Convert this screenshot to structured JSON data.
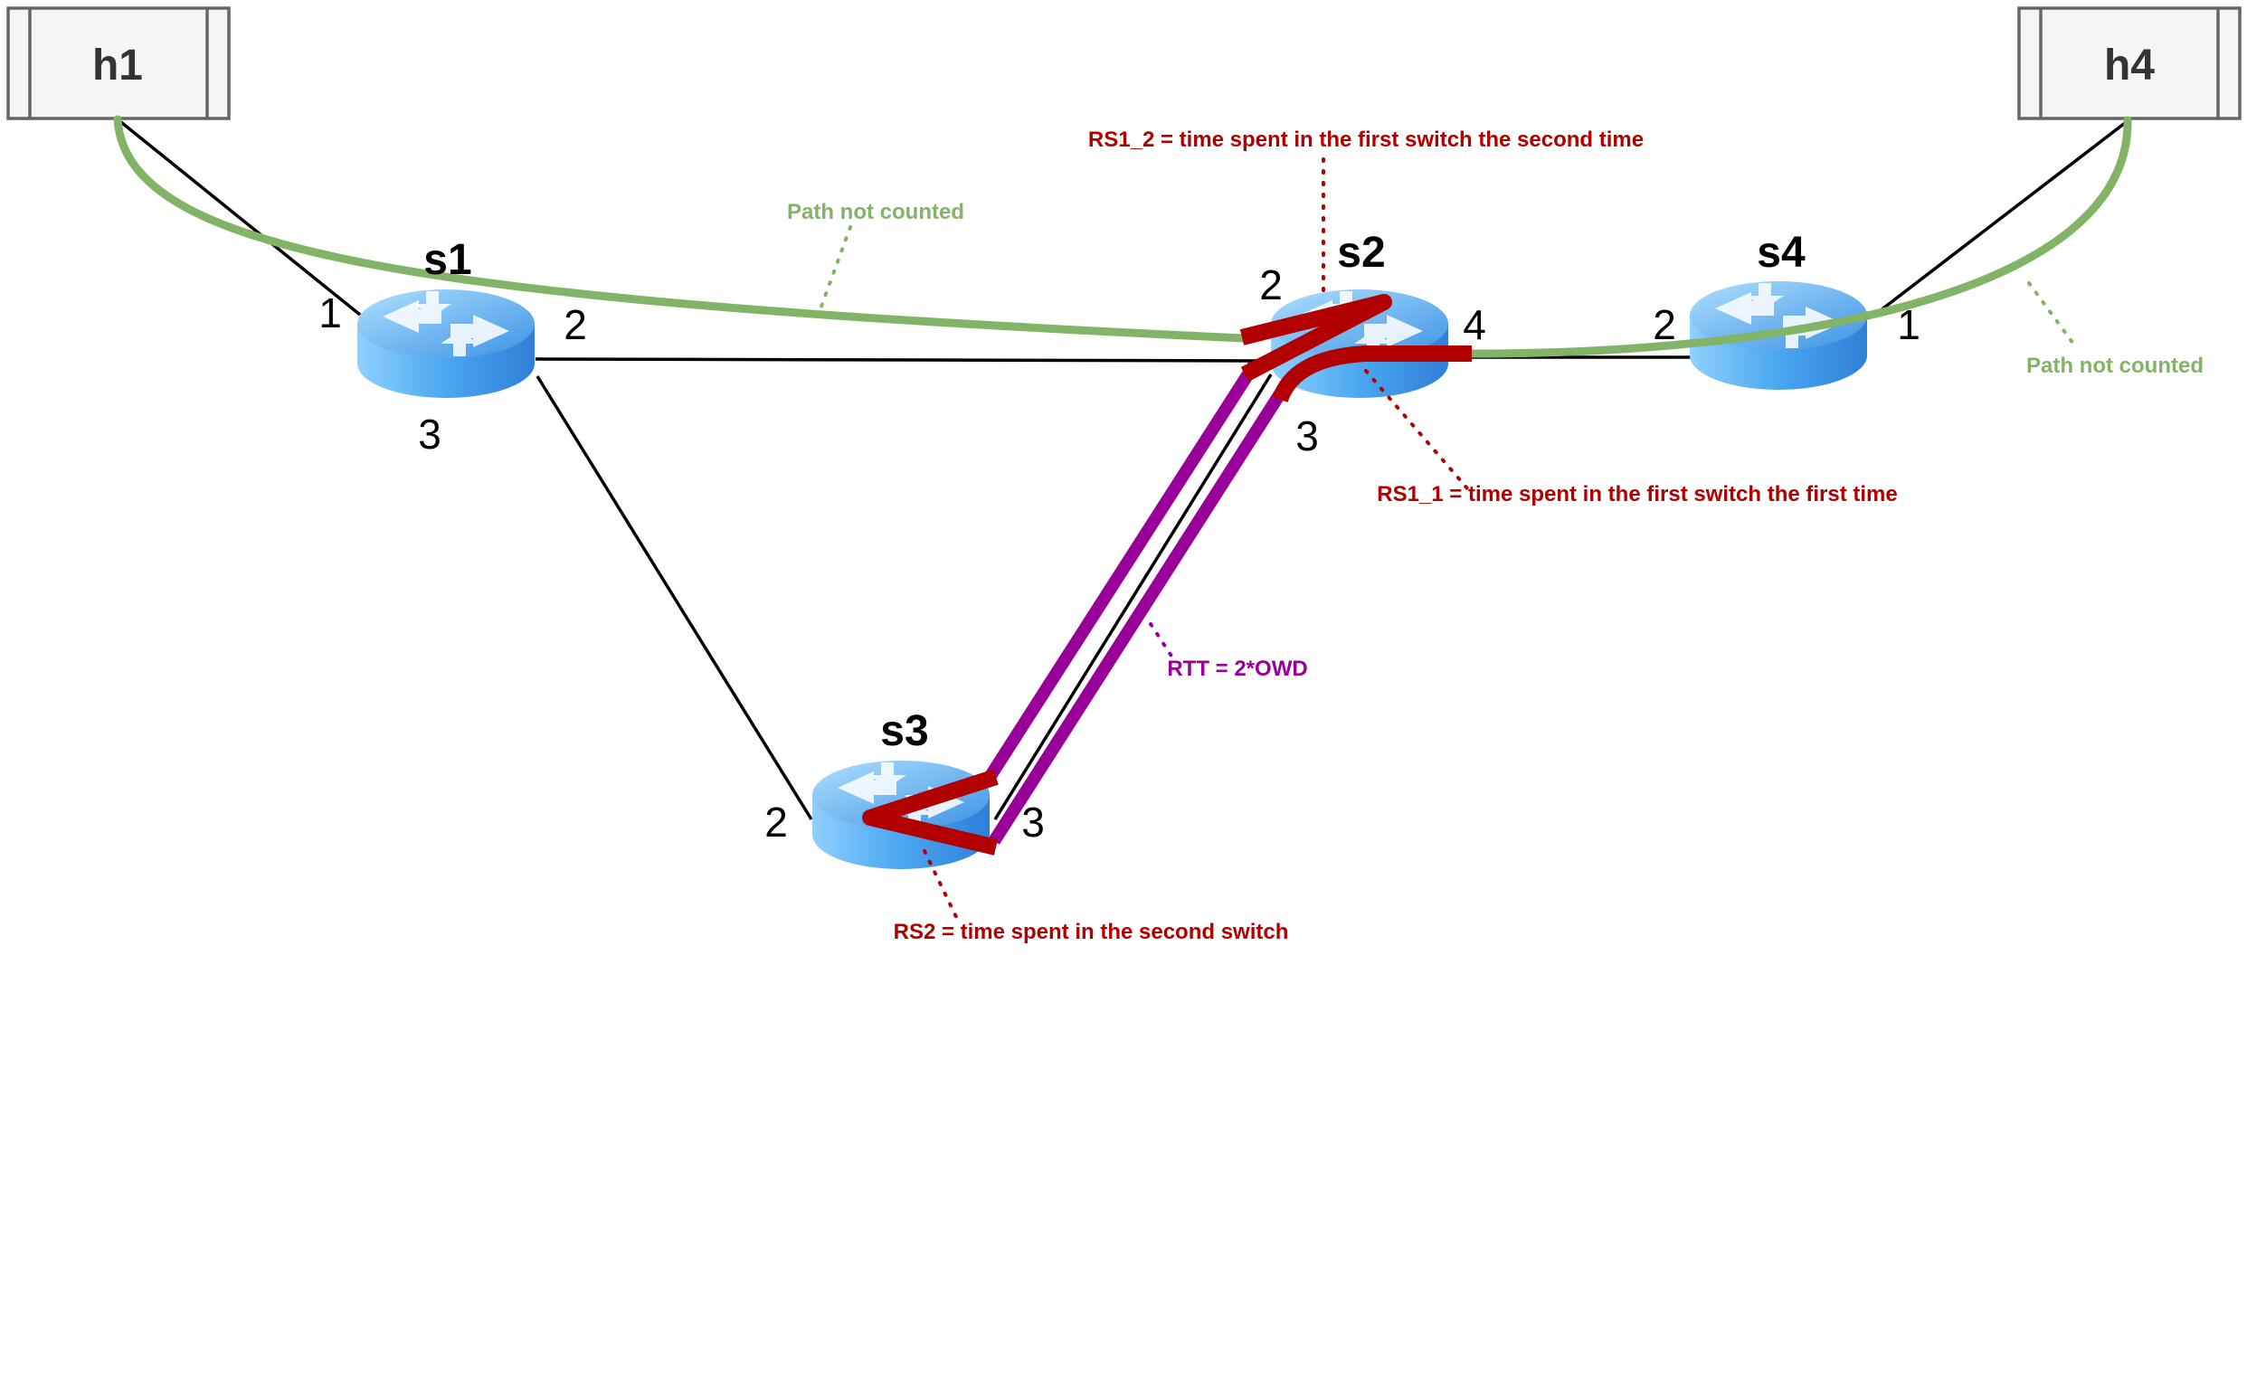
{
  "colors": {
    "green_path": "#82b366",
    "red_path": "#b20000",
    "purple_path": "#990099",
    "link": "#000000",
    "host_fill": "#f5f5f5",
    "host_stroke": "#666666",
    "host_text": "#333333",
    "router_light": "#8fd0ff",
    "router_dark": "#2f7fd8"
  },
  "hosts": {
    "h1": {
      "label": "h1",
      "icon": "host-box-icon"
    },
    "h4": {
      "label": "h4",
      "icon": "host-box-icon"
    }
  },
  "switches": {
    "s1": {
      "label": "s1",
      "icon": "router-icon"
    },
    "s2": {
      "label": "s2",
      "icon": "router-icon"
    },
    "s3": {
      "label": "s3",
      "icon": "router-icon"
    },
    "s4": {
      "label": "s4",
      "icon": "router-icon"
    }
  },
  "ports": {
    "s1_p1": "1",
    "s1_p2": "2",
    "s1_p3": "3",
    "s2_p2": "2",
    "s2_p3": "3",
    "s2_p4": "4",
    "s3_p2": "2",
    "s3_p3": "3",
    "s4_p2": "2",
    "s4_p1": "1"
  },
  "annotations": {
    "path_not_counted_left": "Path not counted",
    "path_not_counted_right": "Path not counted",
    "rs1_2": "RS1_2 = time spent in the first switch the second time",
    "rs1_1": "RS1_1 = time spent in the first switch the first time",
    "rtt": "RTT = 2*OWD",
    "rs2": "RS2 = time spent in the second switch"
  }
}
